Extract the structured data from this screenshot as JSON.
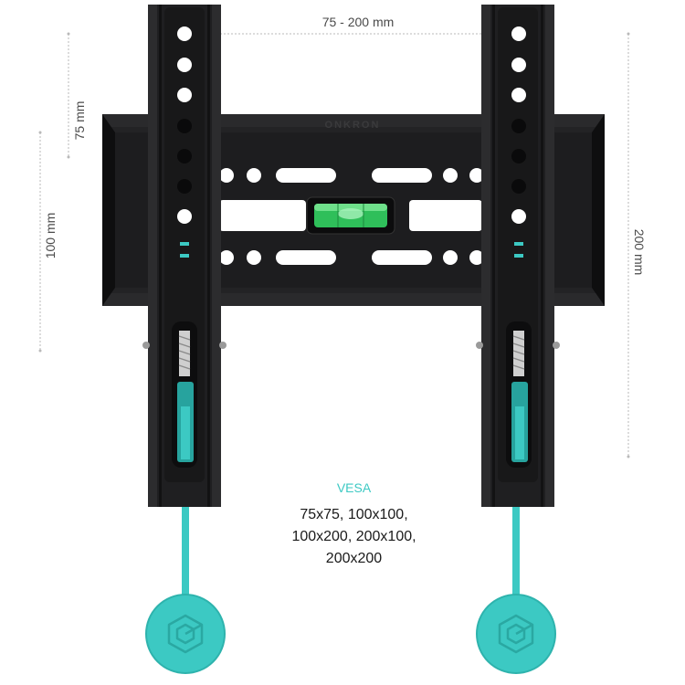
{
  "dimensions": {
    "horizontal_range": "75 - 200 mm",
    "left_outer": "100 mm",
    "left_inner": "75 mm",
    "right": "200 mm"
  },
  "brand": "ONKRON",
  "vesa": {
    "title": "VESA",
    "lines": [
      "75x75, 100x100,",
      "100x200, 200x100,",
      "200x200"
    ]
  },
  "colors": {
    "mount": "#1f1f21",
    "mount_edge": "#101011",
    "accent": "#3cc9c3",
    "level": "#2fbf5a"
  },
  "icons": {
    "cord_disc": "onkron-logo-icon",
    "level": "bubble-level-icon"
  }
}
